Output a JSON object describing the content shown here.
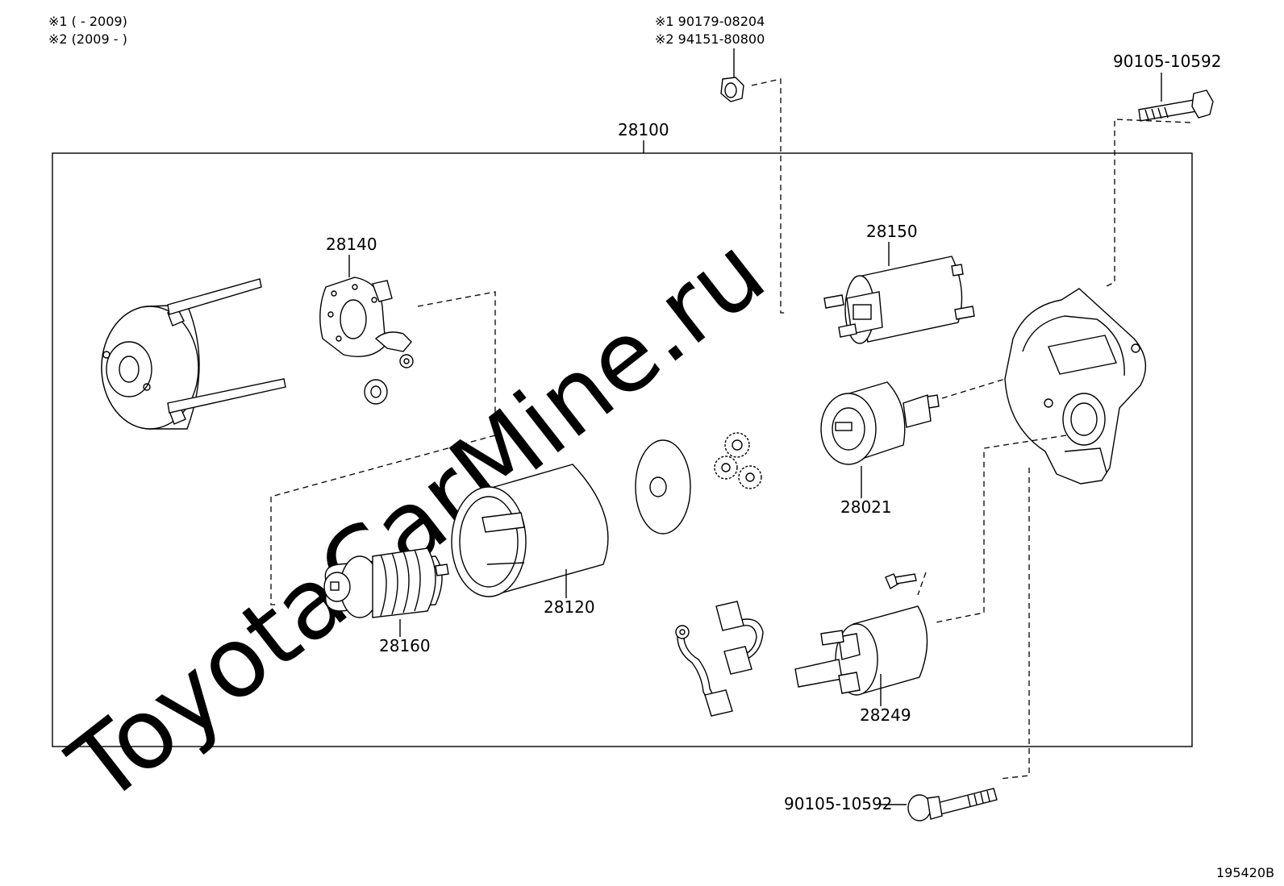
{
  "notes": {
    "n1": "※1 (   - 2009)",
    "n2": "※2 (2009 -   )"
  },
  "nut_notes": {
    "n1": "※1 90179-08204",
    "n2": "※2 94151-80800"
  },
  "labels": {
    "bolt_top": "90105-10592",
    "assembly": "28100",
    "p28140": "28140",
    "p28150": "28150",
    "p28021": "28021",
    "p28120": "28120",
    "p28160": "28160",
    "p28249": "28249",
    "bolt_bottom": "90105-10592"
  },
  "diagram_id": "195420B",
  "watermark": "ToyotaCarMine.ru"
}
